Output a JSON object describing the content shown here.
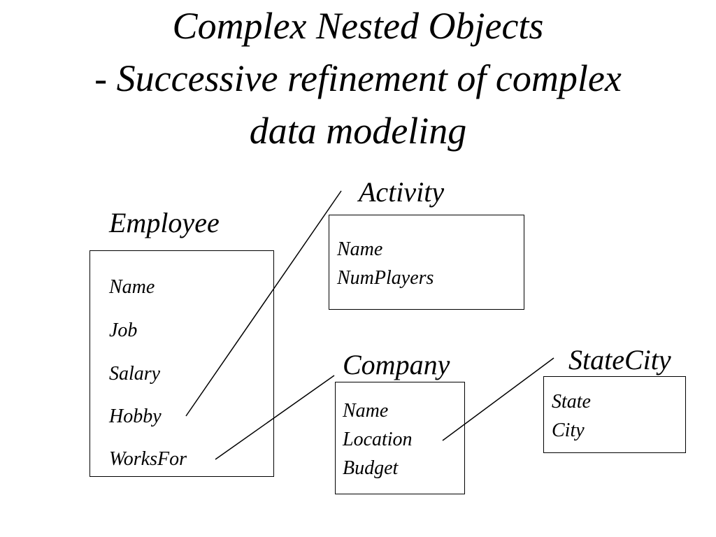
{
  "title": {
    "line1": "Complex Nested Objects",
    "line2": "- Successive refinement of complex",
    "line3": "data modeling"
  },
  "entities": {
    "employee": {
      "label": "Employee",
      "attributes": [
        "Name",
        "Job",
        "Salary",
        "Hobby",
        "WorksFor"
      ]
    },
    "activity": {
      "label": "Activity",
      "attributes": [
        "Name",
        "NumPlayers"
      ]
    },
    "company": {
      "label": "Company",
      "attributes": [
        "Name",
        "Location",
        "Budget"
      ]
    },
    "statecity": {
      "label": "StateCity",
      "attributes": [
        "State",
        "City"
      ]
    }
  },
  "colors": {
    "line": "#000000",
    "background": "#ffffff"
  }
}
